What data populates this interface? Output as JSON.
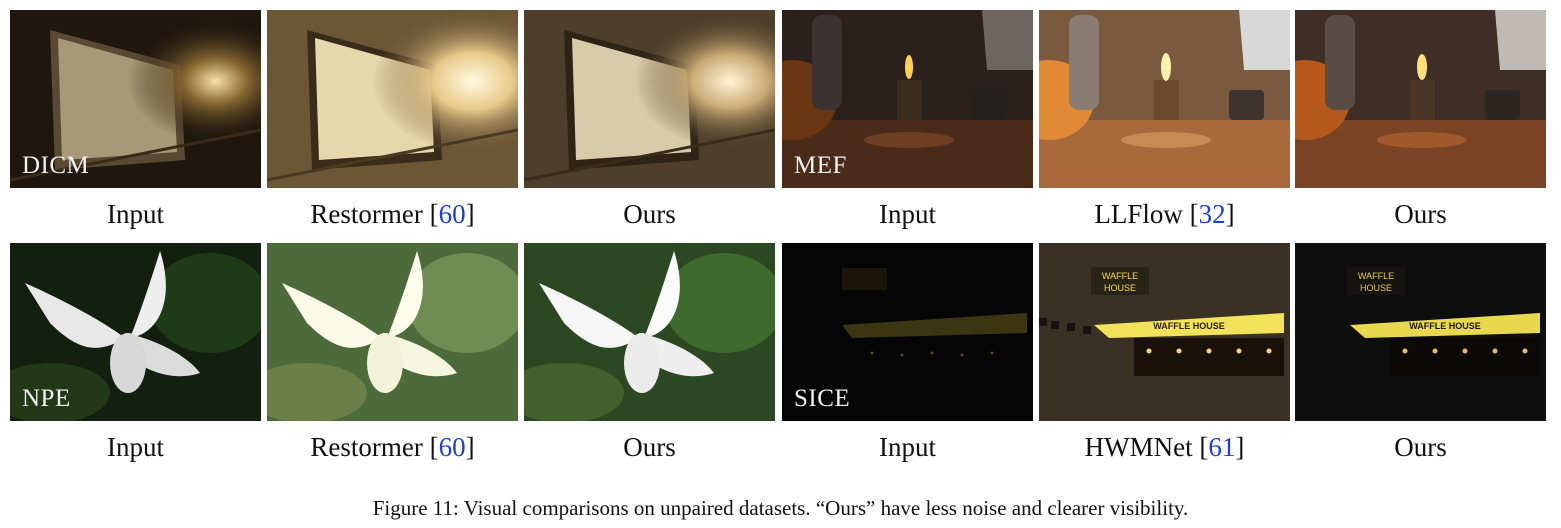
{
  "rows": [
    {
      "panels": [
        {
          "caption": "Input",
          "ref": "",
          "tag": "DICM"
        },
        {
          "caption": "Restormer [",
          "ref": "60",
          "close": "]",
          "tag": ""
        },
        {
          "caption": "Ours",
          "ref": "",
          "tag": ""
        },
        {
          "caption": "Input",
          "ref": "",
          "tag": "MEF"
        },
        {
          "caption": "LLFlow [",
          "ref": "32",
          "close": "]",
          "tag": ""
        },
        {
          "caption": "Ours",
          "ref": "",
          "tag": ""
        }
      ]
    },
    {
      "panels": [
        {
          "caption": "Input",
          "ref": "",
          "tag": "NPE"
        },
        {
          "caption": "Restormer [",
          "ref": "60",
          "close": "]",
          "tag": ""
        },
        {
          "caption": "Ours",
          "ref": "",
          "tag": ""
        },
        {
          "caption": "Input",
          "ref": "",
          "tag": "SICE"
        },
        {
          "caption": "HWMNet [",
          "ref": "61",
          "close": "]",
          "tag": ""
        },
        {
          "caption": "Ours",
          "ref": "",
          "tag": ""
        }
      ]
    }
  ],
  "sign_text": {
    "waffle": "WAFFLE",
    "house": "HOUSE",
    "awning": "WAFFLE  HOUSE"
  },
  "figure_caption": "Figure 11: Visual comparisons on unpaired datasets. “Ours” have less noise and clearer visibility.",
  "colors": {
    "reference_link": "#1f3fcc"
  }
}
